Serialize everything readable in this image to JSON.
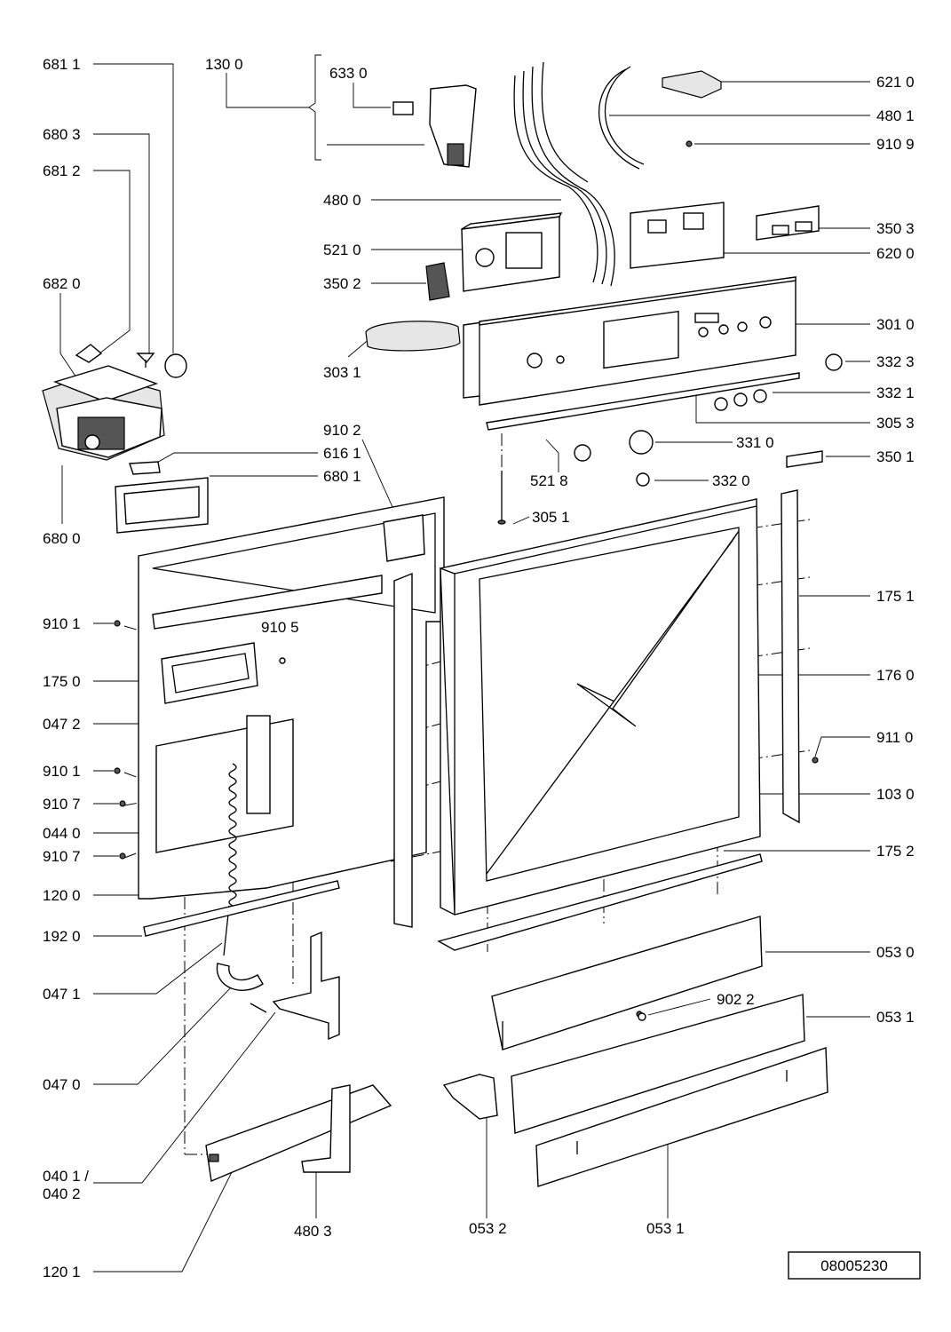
{
  "drawing_number": "08005230",
  "labels": {
    "l6811": "681 1",
    "l1300": "130 0",
    "l6330": "633 0",
    "l6803": "680 3",
    "l6812": "681 2",
    "l6820": "682 0",
    "l4800": "480 0",
    "l5210": "521 0",
    "l3502": "350 2",
    "l3031": "303 1",
    "l6210": "621 0",
    "l4801": "480 1",
    "l9109": "910 9",
    "l3503": "350 3",
    "l6200": "620 0",
    "l3010": "301 0",
    "l3323": "332 3",
    "l3321": "332 1",
    "l3053": "305 3",
    "l9102": "910 2",
    "l6161": "616 1",
    "l6801": "680 1",
    "l6800": "680 0",
    "l3310": "331 0",
    "l5218": "521 8",
    "l3501": "350 1",
    "l3320": "332 0",
    "l3051": "305 1",
    "l9101a": "910 1",
    "l9105": "910 5",
    "l1750": "175 0",
    "l1751": "175 1",
    "l1760": "176 0",
    "l0472": "047 2",
    "l9101b": "910 1",
    "l9110": "911 0",
    "l9107a": "910 7",
    "l1030": "103 0",
    "l0440": "044 0",
    "l9107b": "910 7",
    "l1752": "175 2",
    "l1200": "120 0",
    "l1920": "192 0",
    "l0530": "053 0",
    "l0471": "047 1",
    "l9022": "902 2",
    "l0531a": "053 1",
    "l0470": "047 0",
    "l0401": "040 1 /",
    "l0402": "040 2",
    "l4803": "480 3",
    "l0532": "053 2",
    "l0531b": "053 1",
    "l1201": "120 1"
  }
}
